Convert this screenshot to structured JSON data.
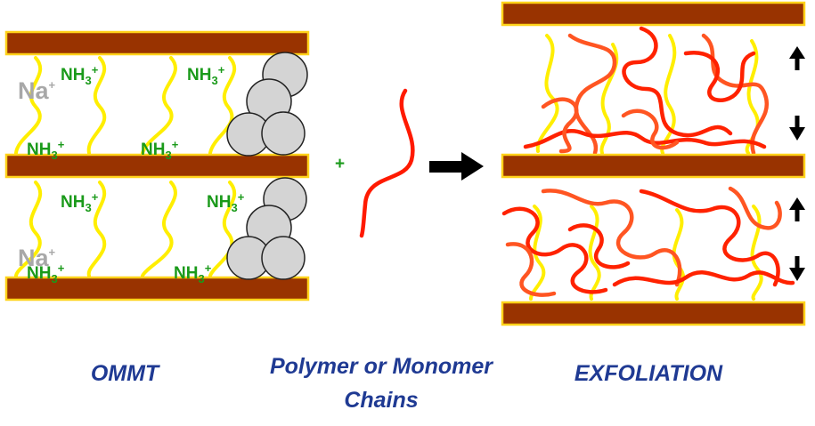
{
  "labels": {
    "amine": "NH",
    "amine_sub": "3",
    "amine_charge": "+",
    "sodium": "Na",
    "sodium_charge": "+",
    "plus_sign": "+"
  },
  "captions": {
    "ommt": "OMMT",
    "polymer_line1": "Polymer or Monomer",
    "polymer_line2": "Chains",
    "exfoliation": "EXFOLIATION"
  },
  "colors": {
    "clay_layer": "#993300",
    "clay_border": "#ffd21a",
    "surfactant_chain": "#ffee00",
    "polymer_chain": "#ff2200",
    "polymer_chain_alt": "#ff5522",
    "amine_text": "#1a9a1a",
    "sodium_text": "#a8a8a8",
    "particle_fill": "#d4d4d4",
    "arrow": "#000000",
    "caption_text": "#1f3a93"
  },
  "icons": {
    "reaction_arrow": "right-arrow-icon",
    "expand_up": "up-arrow-icon",
    "expand_down": "down-arrow-icon"
  }
}
